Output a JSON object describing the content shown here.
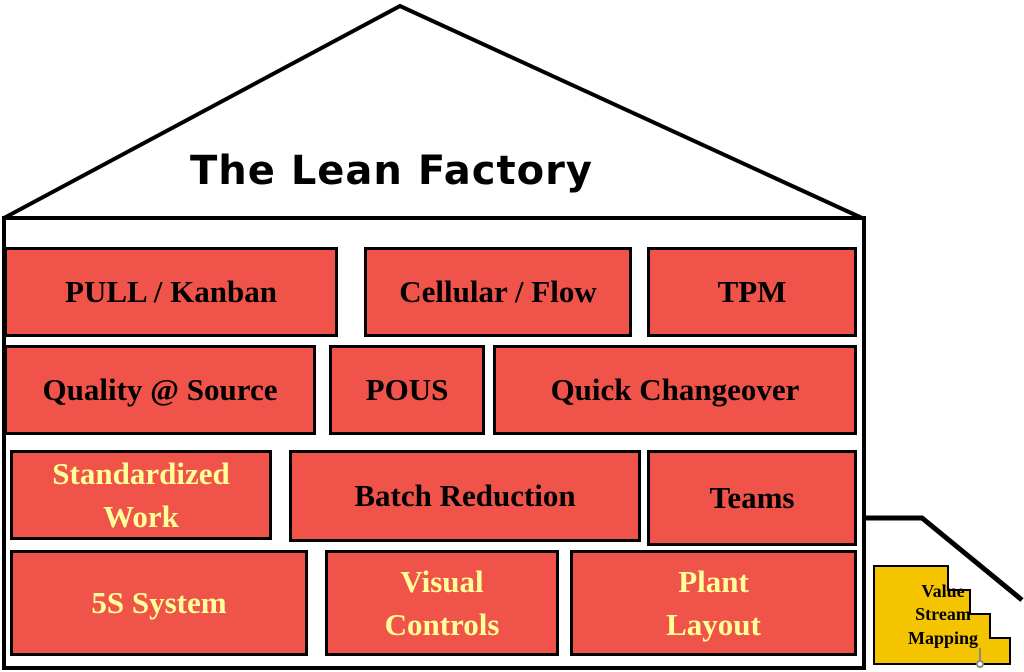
{
  "title": "The Lean Factory",
  "bricks": [
    {
      "label": "PULL / Kanban"
    },
    {
      "label": "Cellular / Flow"
    },
    {
      "label": "TPM"
    },
    {
      "label": "Quality @ Source"
    },
    {
      "label": "POUS"
    },
    {
      "label": "Quick Changeover"
    },
    {
      "label": "Standardized\nWork"
    },
    {
      "label": "Batch Reduction"
    },
    {
      "label": "Teams"
    },
    {
      "label": "5S System"
    },
    {
      "label": "Visual\nControls"
    },
    {
      "label": "Plant\nLayout"
    }
  ],
  "side_box": {
    "label": "Value\nStream\nMapping"
  },
  "colors": {
    "brick": "#f05349",
    "yellow_text": "#ffff99",
    "side_box": "#f5c400"
  }
}
